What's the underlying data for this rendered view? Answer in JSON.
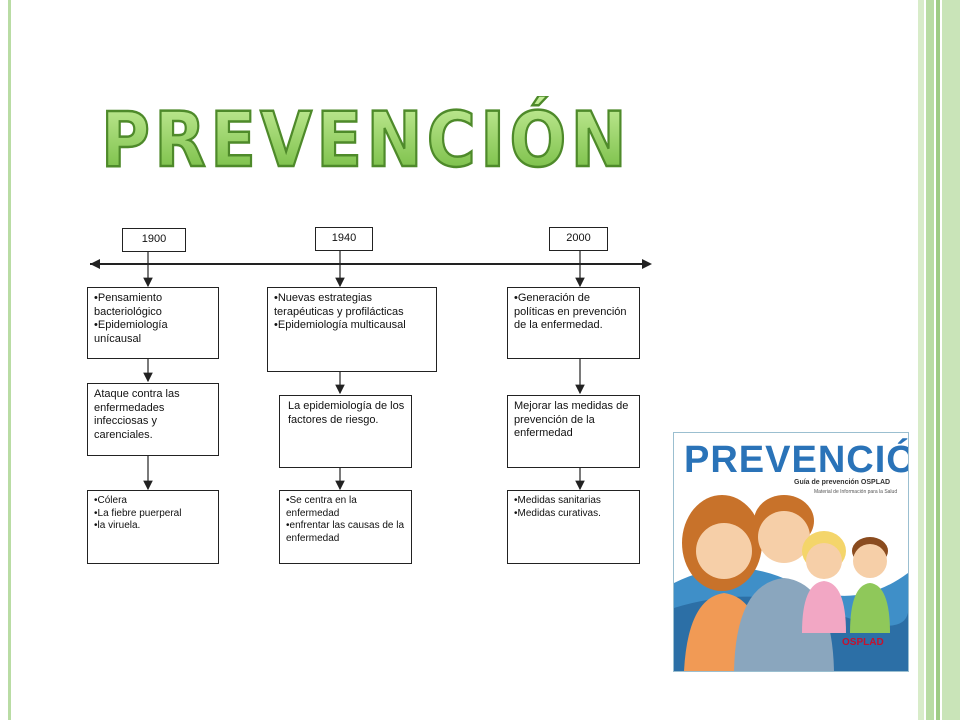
{
  "title": "PREVENCIÓN",
  "timeline": {
    "years": [
      "1900",
      "1940",
      "2000"
    ]
  },
  "columns": [
    {
      "paradigm": [
        "Pensamiento bacteriológico",
        "Epidemiología unícausal"
      ],
      "focus": "Ataque contra las enfermedades infecciosas y carenciales.",
      "examples": [
        "Cólera",
        "La fiebre puerperal",
        "la viruela."
      ]
    },
    {
      "paradigm": [
        "Nuevas estrategias terapéuticas y profilácticas",
        "Epidemiología multicausal"
      ],
      "focus": "La epidemiología de los factores de riesgo.",
      "examples": [
        "Se centra en la enfermedad",
        "enfrentar las causas de la enfermedad"
      ]
    },
    {
      "paradigm": [
        "Generación de políticas en prevención de la enfermedad."
      ],
      "focus": "Mejorar las medidas de prevención de la enfermedad",
      "examples": [
        "Medidas sanitarias",
        "Medidas curativas."
      ]
    }
  ],
  "cover": {
    "title": "PREVENCIÓN",
    "subtitle": "Guía de prevención OSPLAD",
    "caption": "Material de Información para la Salud",
    "logo": "OSPLAD"
  },
  "colors": {
    "title_fill": "#8fcf5f",
    "title_stroke": "#4e8a2a",
    "frame": "#b9dca4",
    "cover_title": "#2a73b8"
  }
}
